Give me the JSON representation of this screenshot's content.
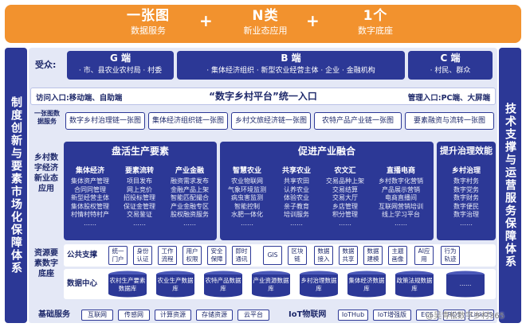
{
  "header": {
    "blocks": [
      {
        "big": "一张图",
        "small": "数据服务"
      },
      {
        "big": "N类",
        "small": "新业态应用"
      },
      {
        "big": "1个",
        "small": "数字底座"
      }
    ],
    "plus": "+"
  },
  "side_left": "制度创新与要素市场化保障体系",
  "side_right": "技术支撑与运营服务保障体系",
  "audience": {
    "label": "受众:",
    "groups": [
      {
        "title": "G 端",
        "items": "· 市、县农业农村局   · 村委"
      },
      {
        "title": "B 端",
        "items": "· 集体经济组织   · 新型农业经营主体   · 企业   · 金融机构"
      },
      {
        "title": "C 端",
        "items": "· 村民、群众"
      }
    ]
  },
  "access": {
    "left": "访问入口:移动端、自助端",
    "center": "“数字乡村平台”统一入口",
    "right": "管理入口:PC端、大屏端"
  },
  "chains": {
    "label": "一张图数据服务",
    "items": [
      "数字乡村治理链一张图",
      "集体经济组织链一张图",
      "乡村文旅经济链一张图",
      "农特产品产业链一张图",
      "要素融资与流转一张图"
    ]
  },
  "scenario_label": "乡村数字经济新业态应用",
  "modules": [
    {
      "title": "盘活生产要素",
      "cols": [
        {
          "title": "集体经济",
          "items": [
            "集体资产管理",
            "合同同管理",
            "新型经营主体",
            "集体股权管理",
            "村情村特村产",
            "……"
          ]
        },
        {
          "title": "要素流转",
          "items": [
            "项目发布",
            "网上竞价",
            "招投标管理",
            "保证金管理",
            "交易鉴证",
            "……"
          ]
        },
        {
          "title": "产业金融",
          "items": [
            "融资需求发布",
            "金融产品上架",
            "智能匹配撮合",
            "产业金融专区",
            "股权融资服务",
            "……"
          ]
        }
      ]
    },
    {
      "title": "促进产业融合",
      "cols": [
        {
          "title": "智慧农业",
          "items": [
            "农业物联网",
            "气象环境监测",
            "病虫害监测",
            "智能控制",
            "水肥一体化",
            "……"
          ]
        },
        {
          "title": "共享农业",
          "items": [
            "共享农田",
            "认养农业",
            "体验农业",
            "亲子教育",
            "培训服务",
            "……"
          ]
        },
        {
          "title": "农文汇",
          "items": [
            "交易品种上架",
            "交易结算",
            "交易大厅",
            "乡店管理",
            "积分管理",
            "……"
          ]
        },
        {
          "title": "直播电商",
          "items": [
            "乡村数字化营销",
            "产品展示营销",
            "电商直播间",
            "互联网营销培训",
            "线上学习平台",
            "……"
          ]
        }
      ]
    },
    {
      "title": "提升治理效能",
      "cols": [
        {
          "title": "乡村治理",
          "items": [
            "数字村务",
            "数字党务",
            "数字财务",
            "数字便民",
            "数字治理",
            "……"
          ]
        }
      ]
    }
  ],
  "resource_label": "资源要素数字底座",
  "public_support": {
    "label": "公共支撑",
    "items": [
      "统一门户",
      "身份认证",
      "工作流程",
      "用户权限",
      "安全保障",
      "即时通讯",
      "GIS",
      "区块链",
      "数据接入",
      "数据共享",
      "数据建模",
      "主题画像",
      "AI应用",
      "行为轨迹"
    ]
  },
  "data_center": {
    "label": "数据中心",
    "items": [
      "农村生产要素数据库",
      "农业生产数据库",
      "农特产品数据库",
      "产业资源数据库",
      "乡村治理数据库",
      "集体经济数据库",
      "政策法规数据库",
      "……"
    ]
  },
  "basic_services": {
    "label": "基础服务",
    "items": [
      "互联网",
      "传感网",
      "计算资源",
      "存储资源",
      "云平台"
    ]
  },
  "iot": {
    "label": "IoT物联网",
    "items": [
      "IoTHub",
      "IoT增强版",
      "ECS",
      "RDS",
      "LinkOS"
    ]
  },
  "watermark": "@吴青松数字乡村365",
  "colors": {
    "orange": "#f2922e",
    "navy": "#2c3896",
    "panel": "#e4e8f6"
  }
}
